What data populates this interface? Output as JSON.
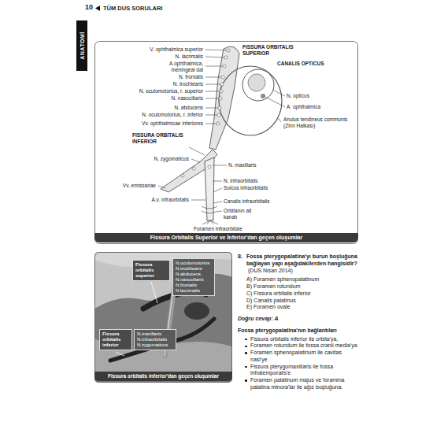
{
  "diagram": {
    "title": "TÜM DUS SORULARI",
    "nodes": [
      {
        "text": [
          "ANATOMİ"
        ]
      },
      {
        "text": [
          "Fissura Orbitalis Superior ve İnferior'dan geçen oluşumlar"
        ]
      },
      {
        "text": [
          "Fissura orbitalis superior"
        ]
      },
      {
        "text": [
          "N.oculomotorius N.trochlearis N.abducens N.nasociliaris N.frontalis N.lacrimalis"
        ]
      },
      {
        "text": [
          "Fissura orbitalis inferior"
        ]
      },
      {
        "text": [
          "N.maxillaris N.infraorbitalis N.zygomaticus"
        ]
      },
      {
        "text": [
          "Fissura orbitalis inferior'dan geçen oluşumlar"
        ]
      }
    ],
    "labels": [
      "10",
      "FISSURA ORBITALIS SUPERIOR",
      "V. ophthalmica superior",
      "N. lacrimalis",
      "A.ophthalmica, meningeal dal",
      "N. frontalis",
      "N. trochlearis",
      "N. oculomotorius, r. superior",
      "N. nasociliaris",
      "N. abducens",
      "N. oculomotorius, r. inferior",
      "Vv. ophthalmicae inferiores",
      "CANALIS OPTICUS",
      "N. opticus",
      "A. ophthalmica",
      "Anulus tendineus communis (Zinn Halkası)",
      "FISSURA ORBITALIS INFERIOR",
      "N. zygomaticus",
      "N. maxillaris",
      "Vv. emissariae",
      "N. infraorbitalis",
      "Sulcus infraorbitalis",
      "A.v. infraorbitalis",
      "Canalis infraorbitalis",
      "Orbitanın alt kanalı",
      "Foramen infraorbitale",
      "8.",
      "Fossa pterygopalatina'yı burun boşluğuna bağlayan yapı aşağıdakilerden hangisidir?",
      "(DUS Nisan 2014)",
      "A) Foramen sphenopalatinum",
      "B) Foramen rotundum",
      "C) Fissura orbitalis inferior",
      "D) Canalis palatinus",
      "E) Foramen ovale",
      "Doğru cevap: A",
      "Fossa pterygopalatina'nın bağlantıları",
      "Fissura orbitalis inferior ile orbita'ya,",
      "Foramen rotundum ile fossa cranii media'ya",
      "Foramen sphenopalatinum ile cavitas nasi'ye",
      "Fissura pterygomaxillaris ile fossa infratemporalis'e",
      "Foramen palatinum majus ve foramina palatina minora'lar ile ağız boşluğuna."
    ]
  }
}
